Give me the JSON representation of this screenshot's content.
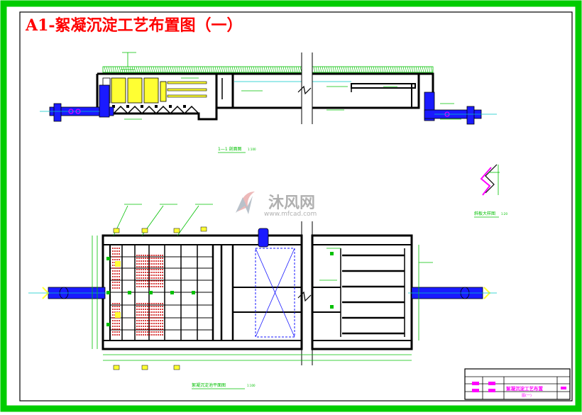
{
  "drawing": {
    "title": "A1-絮凝沉淀工艺布置图（一）",
    "section_caption": "1—1 剖面图",
    "section_scale": "1:100",
    "plan_caption": "絮凝沉淀池平面图",
    "plan_scale": "1:100",
    "detail_caption": "斜板大样图",
    "detail_scale": "1:20"
  },
  "watermark": {
    "brand_cn": "沐风网",
    "url": "www.mfcad.com"
  },
  "title_block": {
    "drawing_name": "絮凝沉淀工艺布置",
    "drawing_sub": "图(一)"
  },
  "colors": {
    "frame": "#00cc00",
    "title": "#ff0000",
    "pipe": "#1a1aff",
    "structure": "#000000",
    "fill_yellow": "#ffff33",
    "dim_green": "#00c000",
    "plate_red": "#cc0000",
    "water_cyan": "#00c8c8",
    "magenta": "#ff00ff"
  }
}
